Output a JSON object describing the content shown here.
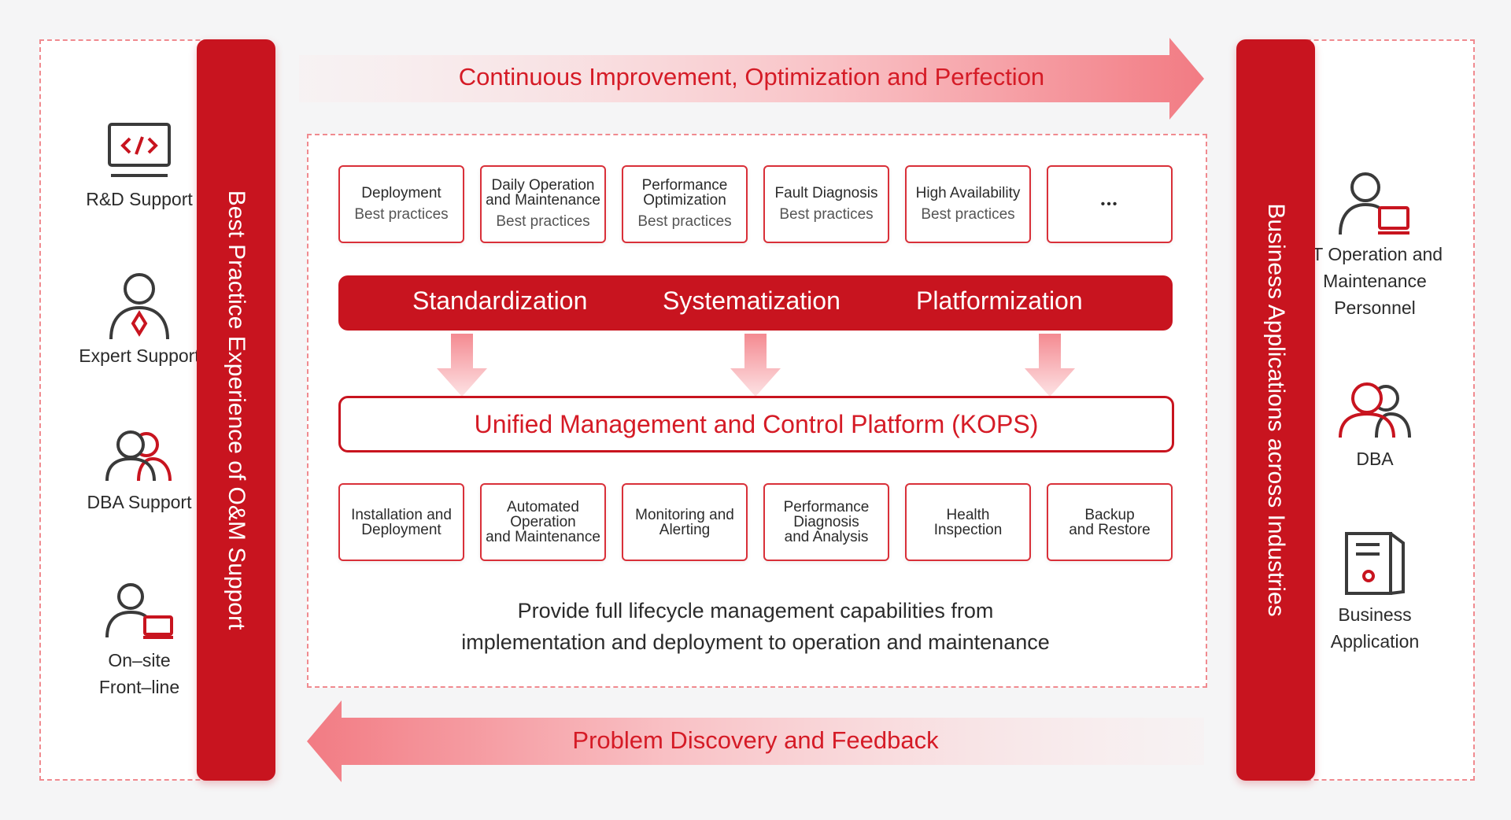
{
  "top_arrow": {
    "label": "Continuous Improvement, Optimization and Perfection"
  },
  "bottom_arrow": {
    "label": "Problem Discovery and Feedback"
  },
  "left_bar": {
    "label": "Best Practice Experience of O&M Support"
  },
  "right_bar": {
    "label": "Business Applications across Industries"
  },
  "left_items": [
    {
      "icon": "code-monitor-icon",
      "label_lines": [
        "R&D Support"
      ]
    },
    {
      "icon": "expert-person-icon",
      "label_lines": [
        "Expert Support"
      ]
    },
    {
      "icon": "two-people-icon",
      "label_lines": [
        "DBA Support"
      ]
    },
    {
      "icon": "person-monitor-icon",
      "label_lines": [
        "On–site",
        "Front–line"
      ]
    }
  ],
  "right_items": [
    {
      "icon": "person-monitor-icon",
      "label_lines": [
        "IT Operation and",
        "Maintenance",
        "Personnel"
      ]
    },
    {
      "icon": "two-people-icon",
      "label_lines": [
        "DBA"
      ]
    },
    {
      "icon": "document-icon",
      "label_lines": [
        "Business",
        "Application"
      ]
    }
  ],
  "top_cards": [
    {
      "title_lines": [
        "Deployment"
      ],
      "sub": "Best practices"
    },
    {
      "title_lines": [
        "Daily Operation",
        "and Maintenance"
      ],
      "sub": "Best practices"
    },
    {
      "title_lines": [
        "Performance",
        "Optimization"
      ],
      "sub": "Best practices"
    },
    {
      "title_lines": [
        "Fault Diagnosis"
      ],
      "sub": "Best practices"
    },
    {
      "title_lines": [
        "High Availability"
      ],
      "sub": "Best practices"
    },
    {
      "title_lines": [
        "•••"
      ],
      "sub": ""
    }
  ],
  "pillars": [
    "Standardization",
    "Systematization",
    "Platformization"
  ],
  "kops": {
    "label": "Unified Management and Control Platform (KOPS)"
  },
  "bottom_cards": [
    {
      "lines": [
        "Installation and",
        "Deployment"
      ]
    },
    {
      "lines": [
        "Automated",
        "Operation",
        "and Maintenance"
      ]
    },
    {
      "lines": [
        "Monitoring and",
        "Alerting"
      ]
    },
    {
      "lines": [
        "Performance",
        "Diagnosis",
        "and Analysis"
      ]
    },
    {
      "lines": [
        "Health",
        "Inspection"
      ]
    },
    {
      "lines": [
        "Backup",
        "and Restore"
      ]
    }
  ],
  "description": {
    "line1": "Provide full lifecycle management capabilities from",
    "line2": "implementation and deployment to operation and maintenance"
  },
  "colors": {
    "brand_red": "#c8141f",
    "text_red": "#d51b26",
    "dashed_border": "#f08a8f"
  }
}
